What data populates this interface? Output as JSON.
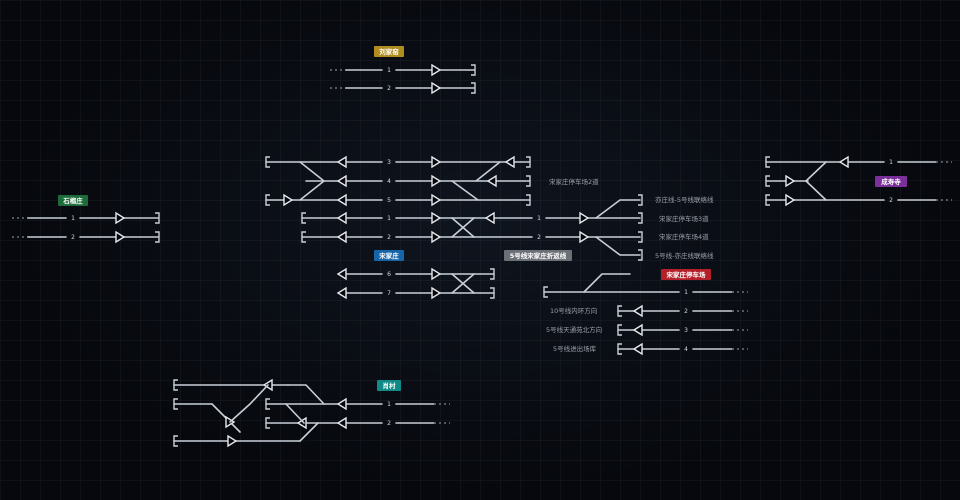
{
  "stations": {
    "liulihe": {
      "label": "刘家窑",
      "color": "#b08d1e"
    },
    "shikuzhuang": {
      "label": "石榴庄",
      "color": "#1d6b3a"
    },
    "songjiazhuang": {
      "label": "宋家庄",
      "color": "#1565a8"
    },
    "chengshouxi": {
      "label": "成寿寺",
      "color": "#7a2f9a"
    },
    "xiaocun": {
      "label": "肖村",
      "color": "#0f8a86"
    },
    "link_line": {
      "label": "5号线宋家庄折返线",
      "color": "#6b6f76"
    },
    "depot": {
      "label": "宋家庄停车场",
      "color": "#b3202a"
    }
  },
  "track_numbers": {
    "liulihe": [
      "1",
      "2"
    ],
    "shikuzhuang": [
      "1",
      "2"
    ],
    "songjiazhuang_upper": [
      "3",
      "4",
      "5"
    ],
    "songjiazhuang_main": [
      "1",
      "2"
    ],
    "songjiazhuang_link": [
      "1",
      "2"
    ],
    "songjiazhuang_lower": [
      "6",
      "7"
    ],
    "chengshouxi": [
      "1",
      "2"
    ],
    "xiaocun": [
      "1",
      "2"
    ],
    "depot": [
      "1",
      "2",
      "3",
      "4"
    ]
  },
  "destinations": {
    "yard_2": "宋家庄停车场2道",
    "d1": "亦庄线-5号线联络线",
    "d2": "宋家庄停车场3道",
    "d3": "宋家庄停车场4道",
    "d4": "5号线-亦庄线联络线",
    "depot_2": "10号线内环方向",
    "depot_3": "5号线天通苑北方向",
    "depot_4": "5号线进出场库"
  }
}
